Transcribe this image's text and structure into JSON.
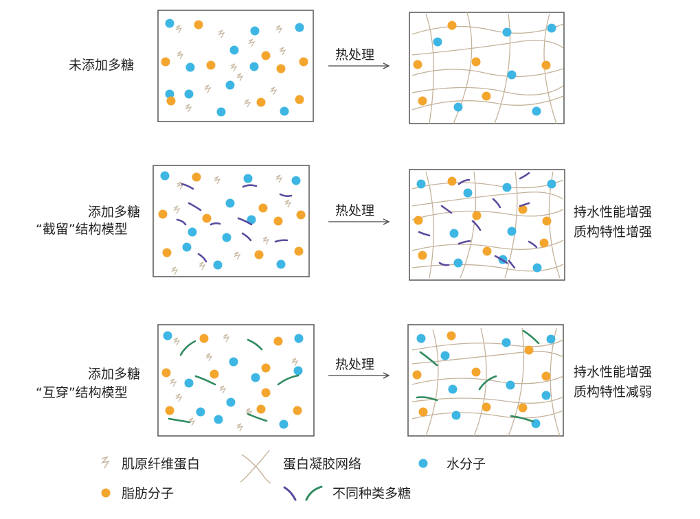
{
  "rows": [
    {
      "left_label_lines": [
        "未添加多糖"
      ],
      "arrow_label": "热处理",
      "right_label_lines": []
    },
    {
      "left_label_lines": [
        "添加多糖",
        "“截留”结构模型"
      ],
      "arrow_label": "热处理",
      "right_label_lines": [
        "持水性能增强",
        "质构特性增强"
      ]
    },
    {
      "left_label_lines": [
        "添加多糖",
        "“互穿”结构模型"
      ],
      "arrow_label": "热处理",
      "right_label_lines": [
        "持水性能增强",
        "质构特性减弱"
      ]
    }
  ],
  "legend": {
    "myofibrillar": "肌原纤维蛋白",
    "gel_network": "蛋白凝胶网络",
    "water": "水分子",
    "fat": "脂肪分子",
    "polysaccharide": "不同种类多糖"
  },
  "colors": {
    "water": "#3db6e3",
    "fat": "#f3a52e",
    "protein": "#c9b9a3",
    "network": "#c4b29a",
    "poly_purple": "#5c4a9e",
    "poly_green": "#2e8a5e",
    "border": "#555555"
  }
}
